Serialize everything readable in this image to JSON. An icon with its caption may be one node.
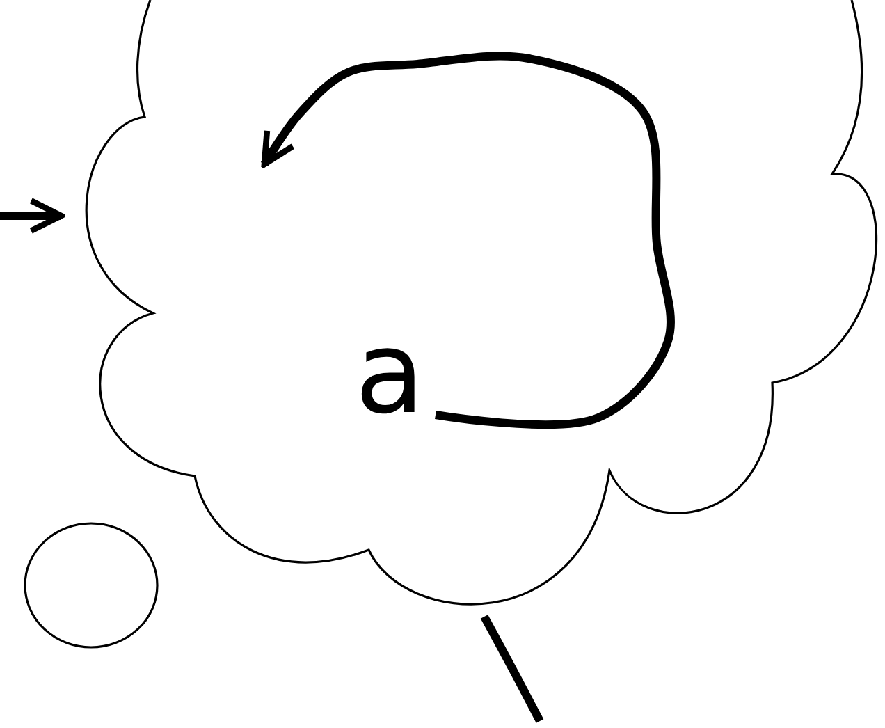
{
  "diagram": {
    "nodes": [
      {
        "text": [],
        "shape": "cloud"
      },
      {
        "text": [
          "a"
        ],
        "in": 0
      },
      {
        "text": [],
        "shape": "circle"
      }
    ],
    "edges": [
      {
        "from": null,
        "to": 0,
        "arrow": "to"
      },
      {
        "from": 1,
        "to": null,
        "arrow": "to"
      },
      {
        "from": 0,
        "to": null,
        "arrow": "none"
      }
    ]
  }
}
